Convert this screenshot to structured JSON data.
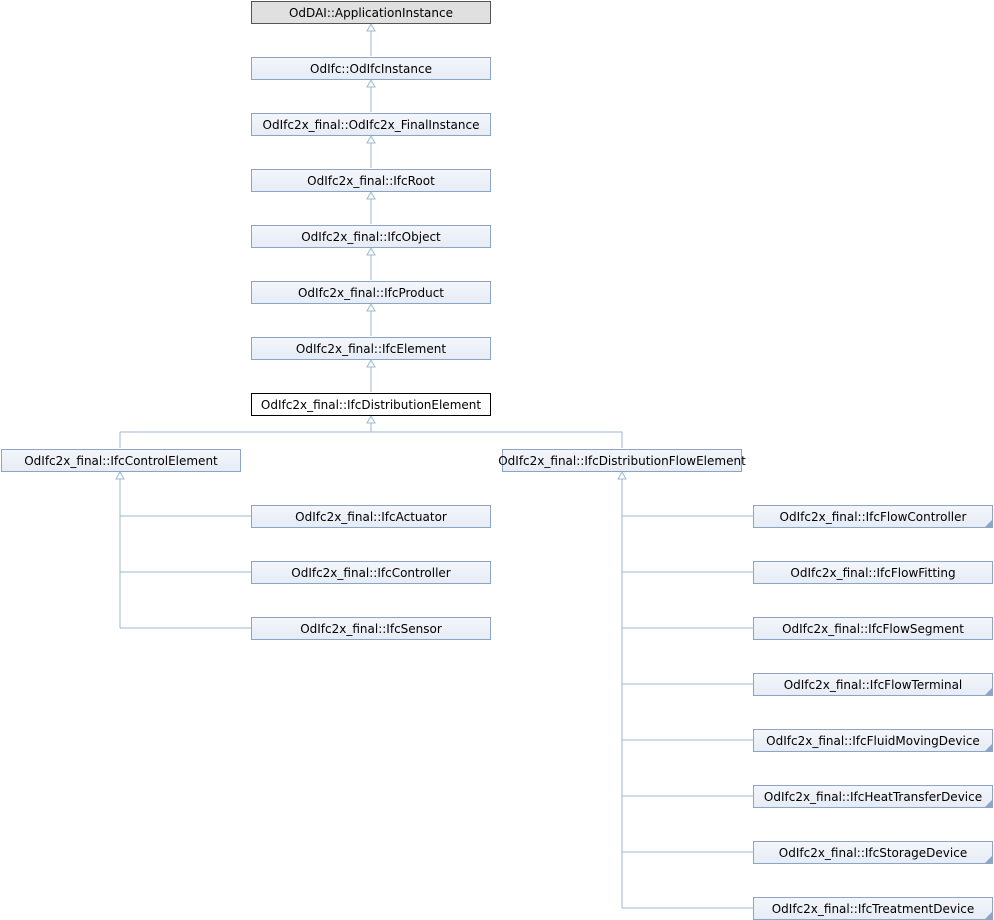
{
  "nodes": {
    "app_instance": "OdDAI::ApplicationInstance",
    "ifc_instance": "OdIfc::OdIfcInstance",
    "final_instance": "OdIfc2x_final::OdIfc2x_FinalInstance",
    "root": "OdIfc2x_final::IfcRoot",
    "object": "OdIfc2x_final::IfcObject",
    "product": "OdIfc2x_final::IfcProduct",
    "element": "OdIfc2x_final::IfcElement",
    "distribution_element": "OdIfc2x_final::IfcDistributionElement",
    "control_element": "OdIfc2x_final::IfcControlElement",
    "distribution_flow_element": "OdIfc2x_final::IfcDistributionFlowElement",
    "actuator": "OdIfc2x_final::IfcActuator",
    "controller": "OdIfc2x_final::IfcController",
    "sensor": "OdIfc2x_final::IfcSensor",
    "flow_controller": "OdIfc2x_final::IfcFlowController",
    "flow_fitting": "OdIfc2x_final::IfcFlowFitting",
    "flow_segment": "OdIfc2x_final::IfcFlowSegment",
    "flow_terminal": "OdIfc2x_final::IfcFlowTerminal",
    "fluid_moving_device": "OdIfc2x_final::IfcFluidMovingDevice",
    "heat_transfer_device": "OdIfc2x_final::IfcHeatTransferDevice",
    "storage_device": "OdIfc2x_final::IfcStorageDevice",
    "treatment_device": "OdIfc2x_final::IfcTreatmentDevice"
  },
  "colors": {
    "edge": "#9cb8d4",
    "node_border": "#8ca5c6",
    "node_fill": "#e6ecf5",
    "root_fill": "#e0e0e0",
    "current_border": "#000000"
  }
}
